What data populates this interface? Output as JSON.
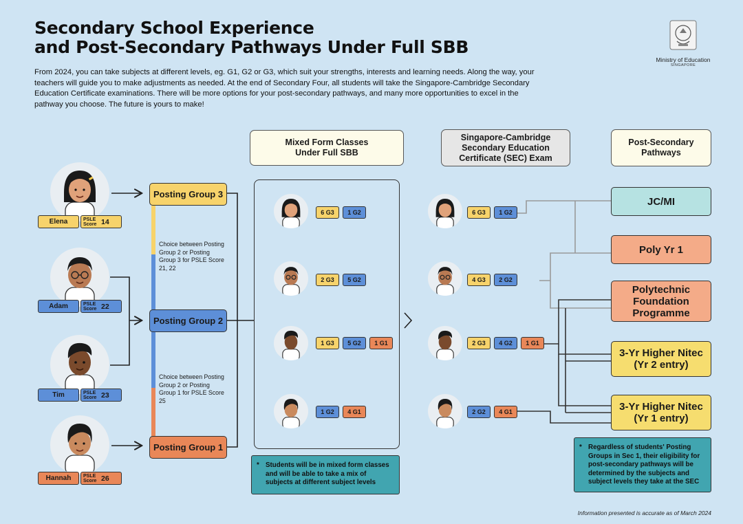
{
  "title": {
    "line1": "Secondary School Experience",
    "line2": "and Post-Secondary Pathways Under Full SBB"
  },
  "intro": "From 2024, you can take subjects at different levels, eg. G1, G2 or G3, which suit your strengths, interests and learning needs. Along the way, your teachers will guide you to make adjustments as needed. At the end of Secondary Four, all students will take the Singapore-Cambridge Secondary Education Certificate examinations. There will be more options for your post-secondary pathways, and many more opportunities to excel in the pathway you choose. The future is yours to make!",
  "ministry": {
    "name": "Ministry of Education",
    "country": "SINGAPORE"
  },
  "columns": {
    "mixed": "Mixed Form Classes Under Full SBB",
    "sec_line1": "Singapore-Cambridge",
    "sec_line2": "Secondary Education",
    "sec_line3": "Certificate (SEC) Exam",
    "post_line1": "Post-Secondary",
    "post_line2": "Pathways"
  },
  "students": [
    {
      "name": "Elena",
      "psle_label": "PSLE Score",
      "score": "14"
    },
    {
      "name": "Adam",
      "psle_label": "PSLE Score",
      "score": "22"
    },
    {
      "name": "Tim",
      "psle_label": "PSLE Score",
      "score": "23"
    },
    {
      "name": "Hannah",
      "psle_label": "PSLE Score",
      "score": "26"
    }
  ],
  "posting_groups": {
    "pg3": "Posting Group 3",
    "pg2": "Posting Group 2",
    "pg1": "Posting Group 1",
    "choice_upper": "Choice between Posting Group 2 or Posting Group 3 for PSLE Score 21, 22",
    "choice_lower": "Choice between Posting Group 2 or Posting Group 1 for PSLE Score 25"
  },
  "mixed_classes": [
    [
      "6 G3",
      "1 G2"
    ],
    [
      "2 G3",
      "5 G2"
    ],
    [
      "1 G3",
      "5 G2",
      "1 G1"
    ],
    [
      "1 G2",
      "4 G1"
    ]
  ],
  "sec_results": [
    [
      "6 G3",
      "1 G2"
    ],
    [
      "4 G3",
      "2 G2"
    ],
    [
      "2 G3",
      "4 G2",
      "1 G1"
    ],
    [
      "2 G2",
      "4 G1"
    ]
  ],
  "pathways": {
    "jc": "JC/MI",
    "poly": "Poly Yr 1",
    "pfp1": "Polytechnic",
    "pfp2": "Foundation",
    "pfp3": "Programme",
    "nitec2_l1": "3-Yr Higher Nitec",
    "nitec2_l2": "(Yr 2 entry)",
    "nitec1_l1": "3-Yr Higher Nitec",
    "nitec1_l2": "(Yr 1 entry)"
  },
  "notes": {
    "mixed": "Students will be in mixed form classes and will be able to take a mix of subjects at different subject levels",
    "eligibility": "Regardless of students' Posting Groups in Sec 1, their eligibility for post-secondary pathways will be determined by the subjects and subject levels they take at the SEC",
    "star": "*"
  },
  "footer": "Information presented is accurate as of March 2024",
  "colors": {
    "g3": "#f7d36b",
    "g2": "#5d8fd8",
    "g1": "#e98758",
    "teal": "#41a5b0",
    "background": "#cfe4f3"
  }
}
